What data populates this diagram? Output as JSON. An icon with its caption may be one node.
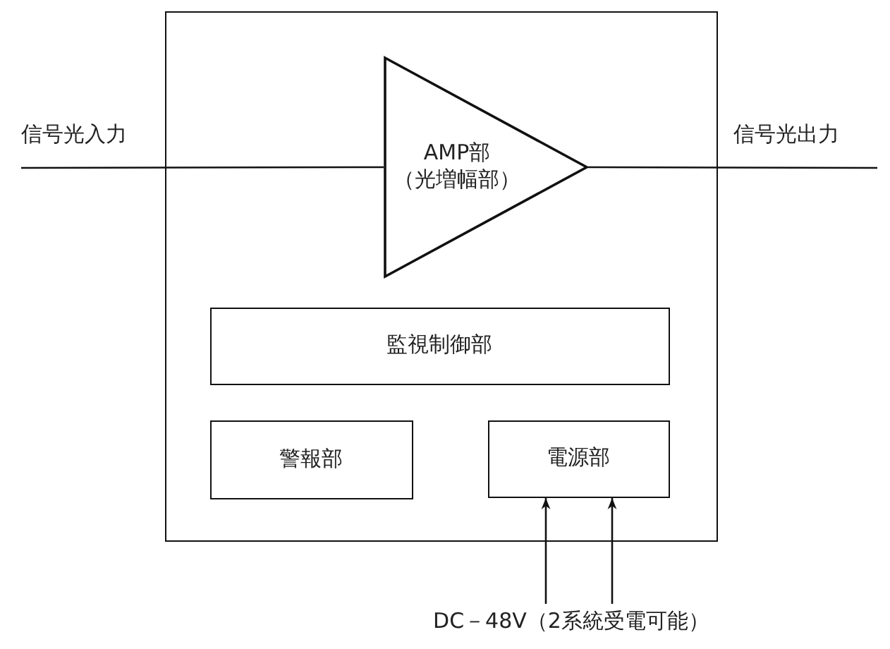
{
  "diagram": {
    "nodes": [
      {
        "text": [],
        "shape": "box"
      },
      {
        "text": [
          "AMP部（光増幅部）"
        ],
        "in": 0
      },
      {
        "text": [
          "監視制御部"
        ],
        "in": 0
      },
      {
        "text": [
          "警報部"
        ],
        "in": 0
      },
      {
        "text": [
          "電源部"
        ],
        "in": 0
      },
      {
        "text": [
          "DC－48V（2系統受電可能）"
        ]
      }
    ],
    "edges": [
      {
        "from": null,
        "to": 1,
        "arrow": "none",
        "label": "信号光入力"
      },
      {
        "from": 1,
        "to": null,
        "arrow": "none",
        "label": "信号光出力"
      },
      {
        "from": 5,
        "to": 4,
        "arrow": "to"
      },
      {
        "from": 5,
        "to": 4,
        "arrow": "to"
      }
    ]
  }
}
